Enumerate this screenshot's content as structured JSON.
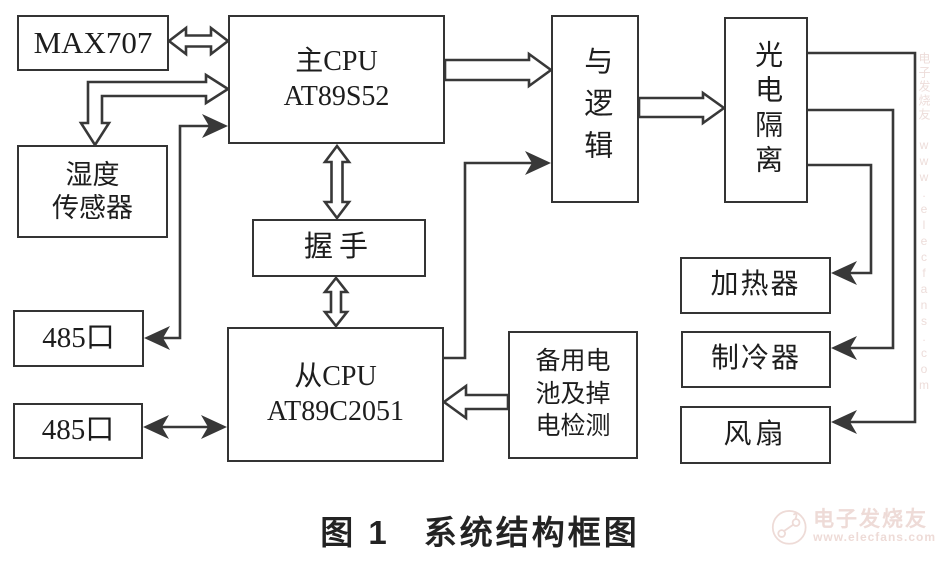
{
  "figure": {
    "caption_label": "图 1",
    "caption_title": "系统结构框图"
  },
  "boxes": {
    "max707": {
      "label": "MAX707"
    },
    "main_cpu": {
      "line1": "主CPU",
      "line2": "AT89S52"
    },
    "and_logic": {
      "label": "与逻辑"
    },
    "opto_isolation": {
      "label": "光电隔离"
    },
    "humidity_sensor": {
      "line1": "湿度",
      "line2": "传感器"
    },
    "handshake": {
      "label": "握手"
    },
    "port485_upper": {
      "label": "485口"
    },
    "port485_lower": {
      "label": "485口"
    },
    "slave_cpu": {
      "line1": "从CPU",
      "line2": "AT89C2051"
    },
    "backup_battery": {
      "line1": "备用电",
      "line2": "池及掉",
      "line3": "电检测"
    },
    "heater": {
      "label": "加热器"
    },
    "cooler": {
      "label": "制冷器"
    },
    "fan": {
      "label": "风扇"
    }
  },
  "watermark": {
    "brand": "电子发烧友",
    "site": "www.elecfans.com",
    "side_brand": "电子发烧友",
    "side_site": "www.elecfans.com"
  },
  "colors": {
    "line": "#383838",
    "text": "#1d1d1d",
    "watermark": "#eedbd7"
  }
}
